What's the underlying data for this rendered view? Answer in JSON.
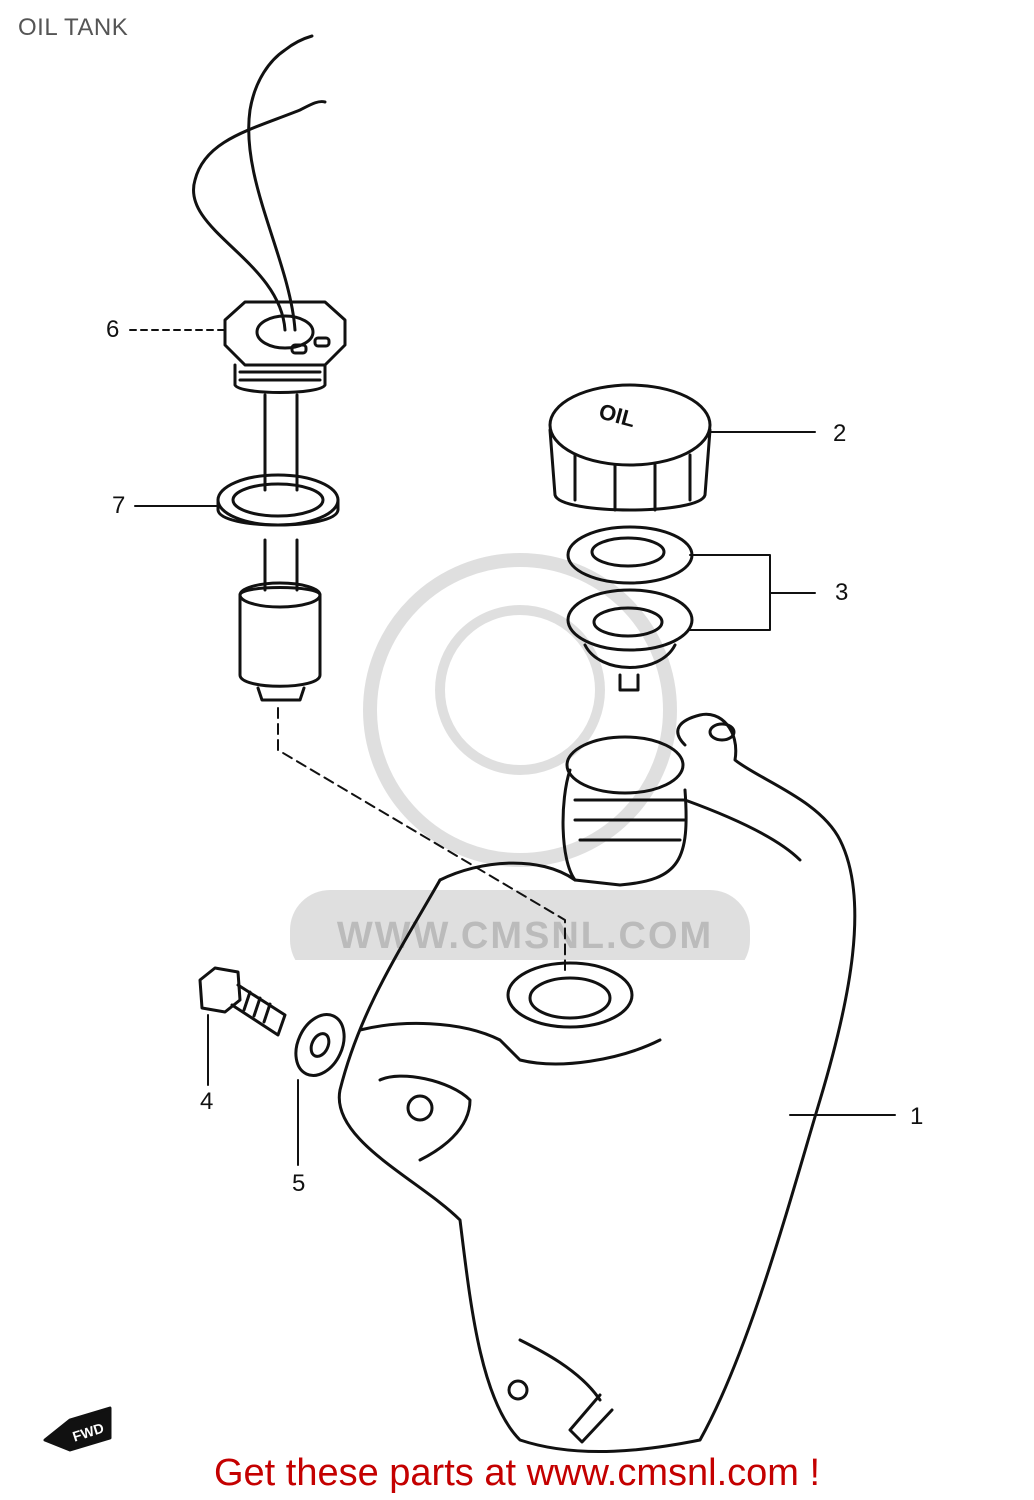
{
  "header": {
    "title": "OIL TANK"
  },
  "callouts": [
    {
      "id": "1",
      "label": "1"
    },
    {
      "id": "2",
      "label": "2"
    },
    {
      "id": "3",
      "label": "3"
    },
    {
      "id": "4",
      "label": "4"
    },
    {
      "id": "5",
      "label": "5"
    },
    {
      "id": "6",
      "label": "6"
    },
    {
      "id": "7",
      "label": "7"
    }
  ],
  "watermark": {
    "text": "WWW.CMSNL.COM"
  },
  "fwd_badge": {
    "text": "FWD"
  },
  "cap_text": "OIL",
  "footer": {
    "cta_text": "Get these parts at www.cmsnl.com !"
  },
  "colors": {
    "line": "#111111",
    "cta": "#c40000",
    "title": "#555555"
  }
}
